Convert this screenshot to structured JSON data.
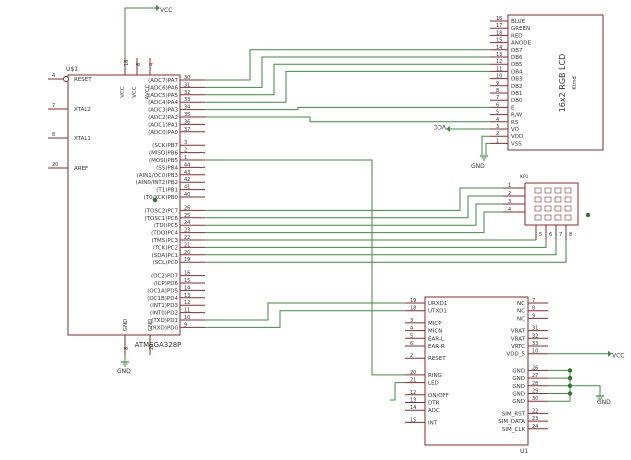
{
  "mcu": {
    "ref": "U$1",
    "part": "ATMEGA328P",
    "left_pins": [
      {
        "num": "4",
        "name": "RESET"
      },
      {
        "num": "7",
        "name": "XTAL2"
      },
      {
        "num": "8",
        "name": "XTAL1"
      },
      {
        "num": "20",
        "name": "AREF"
      }
    ],
    "top_pins": [
      {
        "num": "18",
        "name": "VCC"
      },
      {
        "num": "6",
        "name": "VCC"
      },
      {
        "num": "4",
        "name": "AVCC"
      }
    ],
    "bottom_pins": [
      {
        "num": "8",
        "name": "GND"
      },
      {
        "num": "22",
        "name": "GND"
      }
    ],
    "right_pins": [
      {
        "num": "30",
        "name": "(ADC7)PA7"
      },
      {
        "num": "31",
        "name": "(ADC6)PA6"
      },
      {
        "num": "32",
        "name": "(ADC5)PA5"
      },
      {
        "num": "33",
        "name": "(ADC4)PA4"
      },
      {
        "num": "34",
        "name": "(ADC3)PA3"
      },
      {
        "num": "35",
        "name": "(ADC2)PA2"
      },
      {
        "num": "36",
        "name": "(ADC1)PA1"
      },
      {
        "num": "37",
        "name": "(ADC0)PA0"
      },
      {
        "num": "",
        "name": ""
      },
      {
        "num": "3",
        "name": "(SCK)PB7"
      },
      {
        "num": "2",
        "name": "(MISO)PB6"
      },
      {
        "num": "1",
        "name": "(MOSI)PB5"
      },
      {
        "num": "44",
        "name": "(SS)PB4"
      },
      {
        "num": "43",
        "name": "(AIN1/OC0)PB3"
      },
      {
        "num": "42",
        "name": "(AIN0/INT2)PB2"
      },
      {
        "num": "41",
        "name": "(T1)PB1"
      },
      {
        "num": "40",
        "name": "(T0/XCK)PB0"
      },
      {
        "num": "",
        "name": ""
      },
      {
        "num": "26",
        "name": "(TOSC2)PC7"
      },
      {
        "num": "25",
        "name": "(TOSC1)PC6"
      },
      {
        "num": "24",
        "name": "(TDI)PC5"
      },
      {
        "num": "23",
        "name": "(TDO)PC4"
      },
      {
        "num": "22",
        "name": "(TMS)PC3"
      },
      {
        "num": "21",
        "name": "(TCK)PC2"
      },
      {
        "num": "20",
        "name": "(SDA)PC1"
      },
      {
        "num": "19",
        "name": "(SCL)PC0"
      },
      {
        "num": "",
        "name": ""
      },
      {
        "num": "16",
        "name": "(OC2)PD7"
      },
      {
        "num": "15",
        "name": "(ICP)PD6"
      },
      {
        "num": "14",
        "name": "(OC1A)PD5"
      },
      {
        "num": "13",
        "name": "(OC1B)PD4"
      },
      {
        "num": "12",
        "name": "(INT1)PD3"
      },
      {
        "num": "11",
        "name": "(INT0)PD2"
      },
      {
        "num": "10",
        "name": "(TXD)PD1"
      },
      {
        "num": "9",
        "name": "(RXD)PD0"
      }
    ]
  },
  "lcd": {
    "title": "16x2 RGB LCD",
    "subtitle": "Ktmd",
    "pins": [
      {
        "num": "16",
        "name": "BLUE"
      },
      {
        "num": "17",
        "name": "GREEN"
      },
      {
        "num": "18",
        "name": "RED"
      },
      {
        "num": "15",
        "name": "ANODE"
      },
      {
        "num": "14",
        "name": "DB7"
      },
      {
        "num": "13",
        "name": "DB6"
      },
      {
        "num": "12",
        "name": "DB5"
      },
      {
        "num": "11",
        "name": "DB4"
      },
      {
        "num": "10",
        "name": "DB3"
      },
      {
        "num": "9",
        "name": "DB2"
      },
      {
        "num": "8",
        "name": "DB1"
      },
      {
        "num": "7",
        "name": "DB0"
      },
      {
        "num": "6",
        "name": "E"
      },
      {
        "num": "5",
        "name": "R/W"
      },
      {
        "num": "4",
        "name": "RS"
      },
      {
        "num": "3",
        "name": "VO"
      },
      {
        "num": "2",
        "name": "VDD"
      },
      {
        "num": "1",
        "name": "VSS"
      }
    ]
  },
  "keypad": {
    "ref": "KP1",
    "row_pins": [
      "1",
      "2",
      "3",
      "4"
    ],
    "col_pins": [
      "5",
      "6",
      "7",
      "8"
    ]
  },
  "gsm": {
    "ref": "U1",
    "left_pins": [
      {
        "num": "19",
        "name": "URXD1"
      },
      {
        "num": "18",
        "name": "UTXD1"
      },
      {
        "num": "",
        "name": ""
      },
      {
        "num": "3",
        "name": "MICP"
      },
      {
        "num": "4",
        "name": "MICN"
      },
      {
        "num": "5",
        "name": "EAR-L"
      },
      {
        "num": "6",
        "name": "EAR-R"
      },
      {
        "num": "",
        "name": ""
      },
      {
        "num": "2",
        "name": "RESET"
      },
      {
        "num": "",
        "name": ""
      },
      {
        "num": "",
        "name": ""
      },
      {
        "num": "20",
        "name": "RING"
      },
      {
        "num": "21",
        "name": "LED"
      },
      {
        "num": "",
        "name": ""
      },
      {
        "num": "12",
        "name": "ON/OFF"
      },
      {
        "num": "13",
        "name": "DTR"
      },
      {
        "num": "14",
        "name": "ADC"
      },
      {
        "num": "",
        "name": ""
      },
      {
        "num": "15",
        "name": "INT"
      }
    ],
    "right_pins": [
      {
        "num": "7",
        "name": "NC"
      },
      {
        "num": "8",
        "name": "NC"
      },
      {
        "num": "9",
        "name": "NC"
      },
      {
        "num": "",
        "name": ""
      },
      {
        "num": "31",
        "name": "VBAT"
      },
      {
        "num": "32",
        "name": "VBAT"
      },
      {
        "num": "33",
        "name": "VRTC"
      },
      {
        "num": "10",
        "name": "VDD_5"
      },
      {
        "num": "",
        "name": ""
      },
      {
        "num": "",
        "name": ""
      },
      {
        "num": "26",
        "name": "GND"
      },
      {
        "num": "27",
        "name": "GND"
      },
      {
        "num": "28",
        "name": "GND"
      },
      {
        "num": "29",
        "name": "GND"
      },
      {
        "num": "30",
        "name": "GND"
      },
      {
        "num": "",
        "name": ""
      },
      {
        "num": "22",
        "name": "SIM_RST"
      },
      {
        "num": "23",
        "name": "SIM_DATA"
      },
      {
        "num": "24",
        "name": "SIM_CLK"
      }
    ]
  },
  "power": {
    "vcc": "VCC",
    "gnd": "GND"
  },
  "colors": {
    "part_outline": "#8a2a2a",
    "pin_lead": "#8a2a2a",
    "wire": "#3d8b3d",
    "text": "#333333",
    "junction": "#2a7a2a"
  }
}
